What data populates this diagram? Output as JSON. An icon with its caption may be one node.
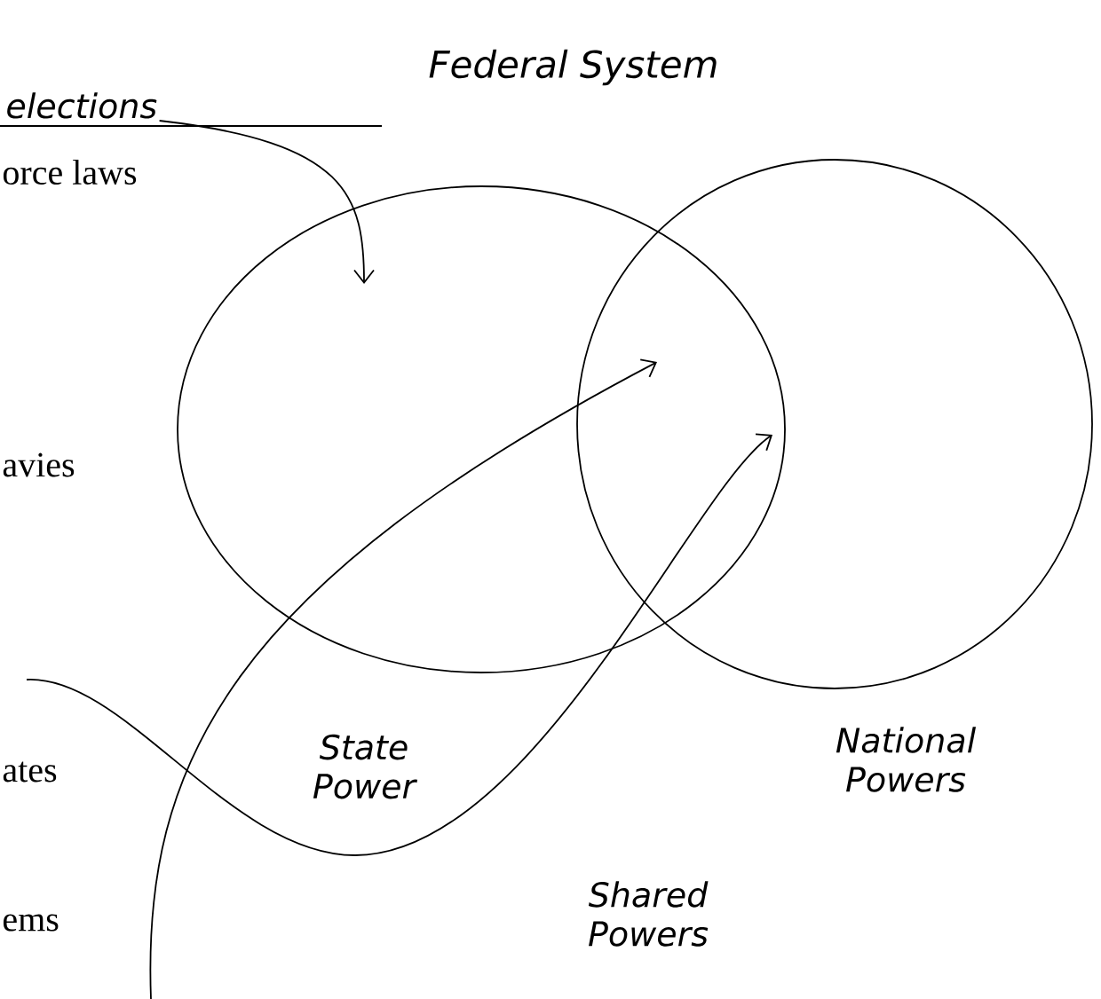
{
  "diagram": {
    "title": "Federal System",
    "nodes": [
      {
        "text": [
          "elections"
        ]
      },
      {
        "text": [],
        "shape": "circle",
        "beside": [
          "State Power"
        ]
      },
      {
        "text": [],
        "shape": "circle",
        "beside": [
          "National Powers"
        ]
      }
    ],
    "edges": [
      {
        "from": 0,
        "to": 1,
        "arrow": "to"
      },
      {
        "from": null,
        "to": 1,
        "arrow": "to"
      },
      {
        "from": null,
        "to": 2,
        "arrow": "to"
      }
    ],
    "labels": [
      "orce laws",
      "avies",
      "ates",
      "ems",
      "Shared Powers"
    ]
  }
}
